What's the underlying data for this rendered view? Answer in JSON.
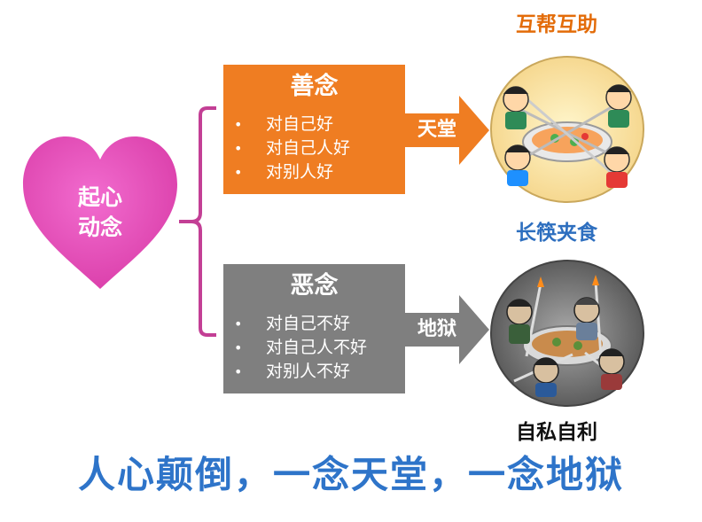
{
  "heart": {
    "label_line1": "起心",
    "label_line2": "动念",
    "color": "#e44ab4"
  },
  "good": {
    "title": "善念",
    "items": [
      "对自己好",
      "对自己人好",
      "对别人好"
    ],
    "arrow_label": "天堂",
    "caption_top": "互帮互助",
    "caption_bottom": "长筷夹食",
    "color": "#ef7d22",
    "illustration_icon": "heaven-feast-illustration-icon"
  },
  "bad": {
    "title": "恶念",
    "items": [
      "对自己不好",
      "对自己人不好",
      "对别人不好"
    ],
    "arrow_label": "地狱",
    "caption_bottom": "自私自利",
    "color": "#7f7f7f",
    "illustration_icon": "hell-feast-illustration-icon"
  },
  "slogan": "人心颠倒，一念天堂，一念地狱",
  "colors": {
    "bracket": "#c33f95",
    "slogan": "#2e74c9",
    "caption_blue": "#2e6fbf",
    "caption_orange": "#e36c09"
  }
}
